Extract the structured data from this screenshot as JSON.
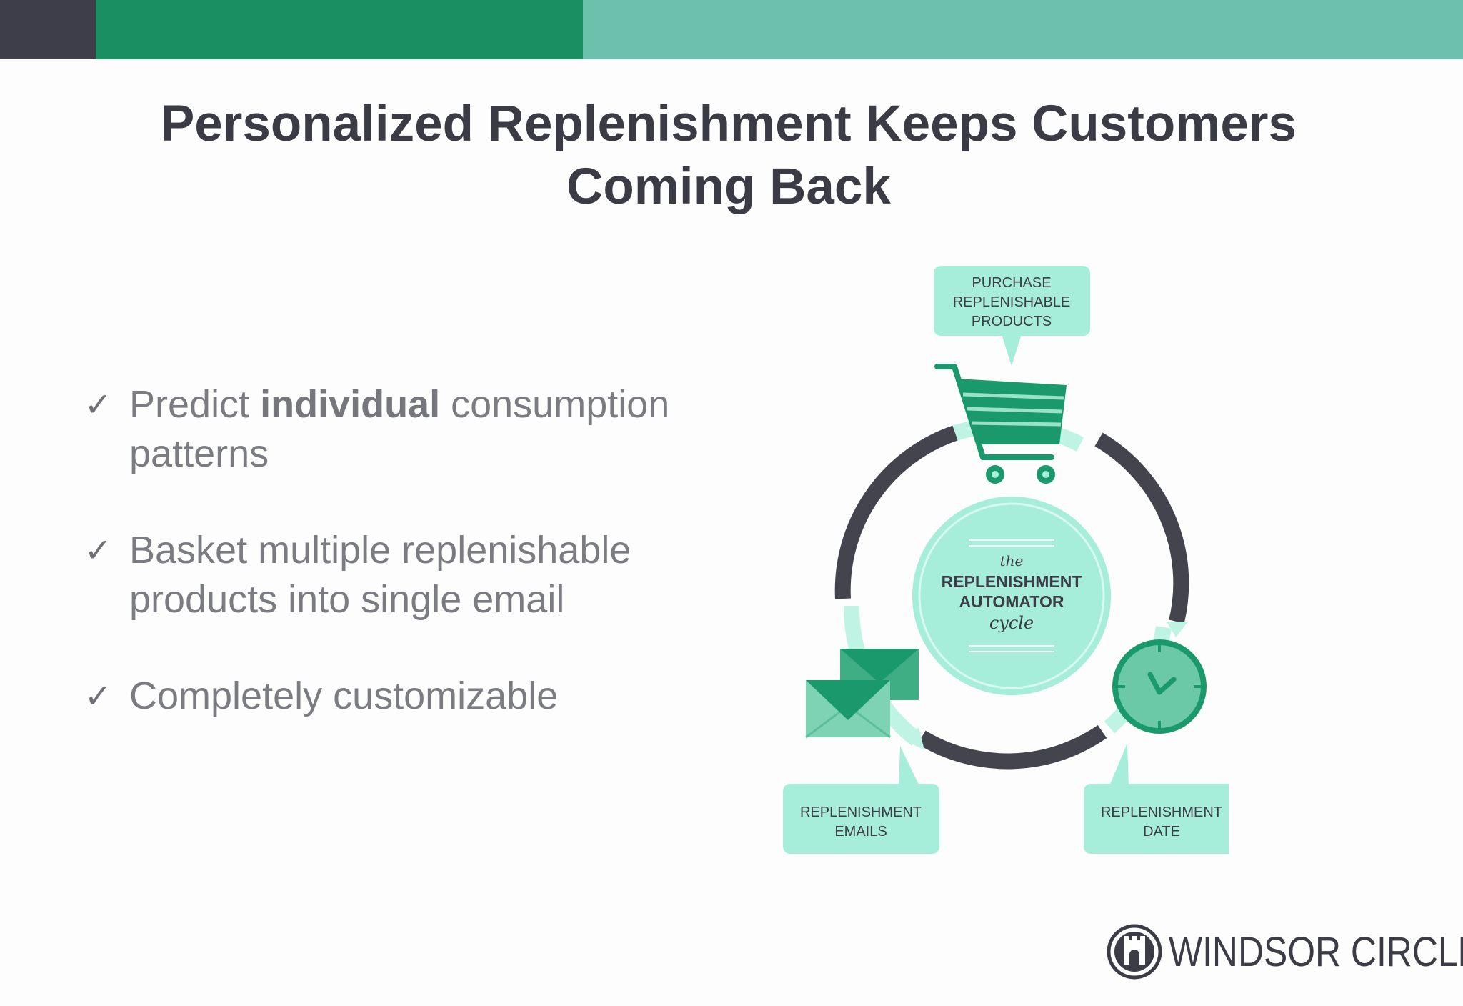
{
  "slide": {
    "title_line1": "Personalized Replenishment Keeps Customers",
    "title_line2": "Coming Back"
  },
  "bullets": [
    {
      "check": "✓",
      "before": "Predict ",
      "bold": "individual",
      "after": " consumption patterns"
    },
    {
      "check": "✓",
      "text": "Basket multiple replenishable products into single email"
    },
    {
      "check": "✓",
      "text": "Completely customizable"
    }
  ],
  "diagram": {
    "top_label": [
      "PURCHASE",
      "REPLENISHABLE",
      "PRODUCTS"
    ],
    "left_label": [
      "REPLENISHMENT",
      "EMAILS"
    ],
    "right_label": [
      "REPLENISHMENT",
      "DATE"
    ],
    "center": {
      "pre": "the",
      "line1": "REPLENISHMENT",
      "line2": "AUTOMATOR",
      "post": "cycle"
    },
    "colors": {
      "dark": "#43444e",
      "green": "#1a9a6c",
      "mint": "#a6eed9",
      "mint_light": "#bff3e3"
    }
  },
  "logo": {
    "text": "WINDSOR CIRCLE"
  }
}
